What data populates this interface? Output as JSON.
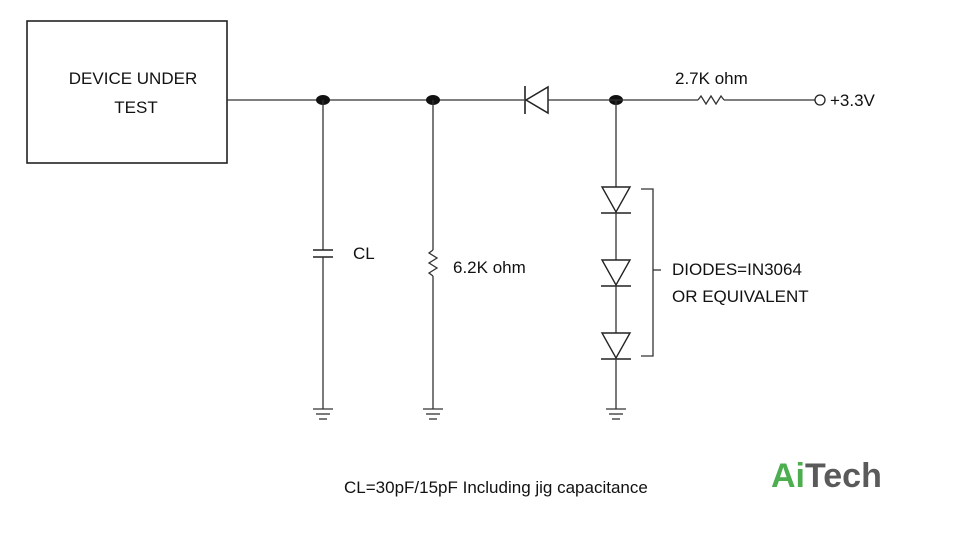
{
  "dut": {
    "line1": "DEVICE UNDER",
    "line2": "TEST"
  },
  "components": {
    "capacitor_label": "CL",
    "resistor_pulldown_label": "6.2K ohm",
    "resistor_pullup_label": "2.7K ohm",
    "supply_label": "+3.3V"
  },
  "diodes_note": {
    "line1": "DIODES=IN3064",
    "line2": "OR EQUIVALENT"
  },
  "caption": "CL=30pF/15pF Including jig capacitance",
  "logo": {
    "part1": "Ai",
    "part2": "Tech",
    "color1": "#4cae4f",
    "color2": "#5a5a5a"
  },
  "colors": {
    "line": "#333333"
  }
}
